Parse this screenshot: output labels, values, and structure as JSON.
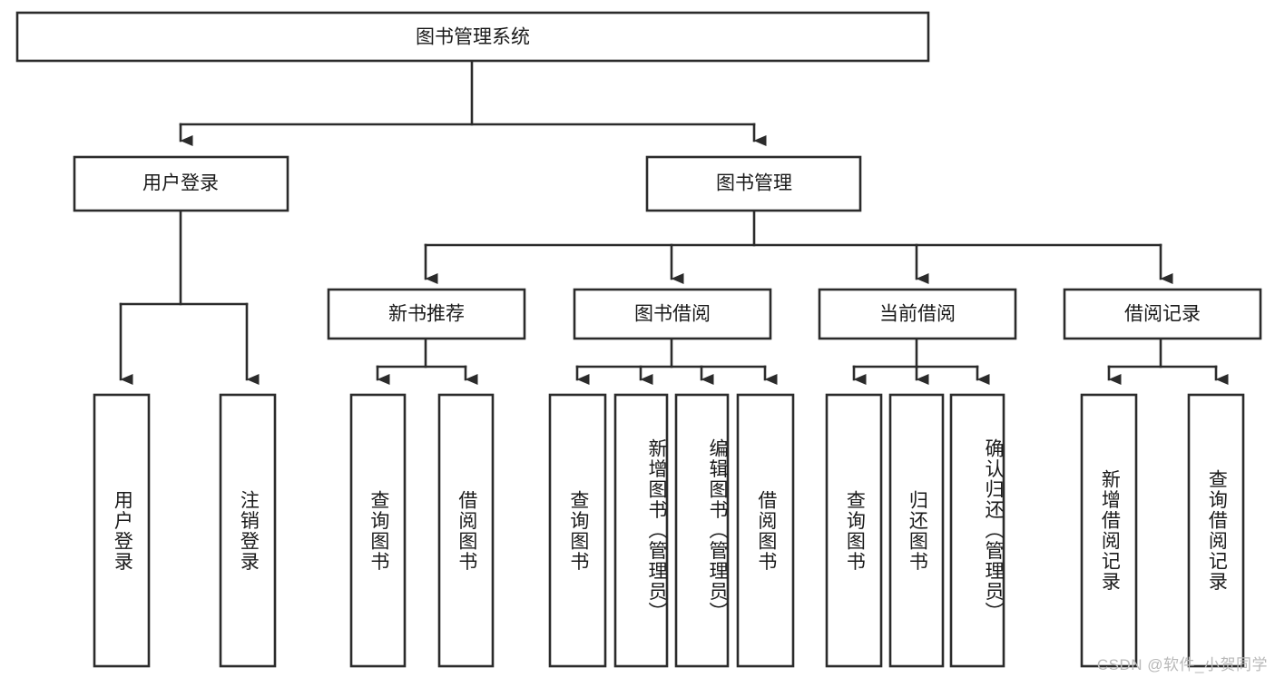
{
  "diagram": {
    "type": "tree-flowchart",
    "title": "图书管理系统",
    "watermark": "CSDN @软件_小贺同学",
    "colors": {
      "stroke": "#2b2b2b",
      "fill": "#ffffff",
      "text": "#1a1a1a",
      "watermark": "#b9b9b9",
      "background": "#ffffff"
    },
    "levels": {
      "root": {
        "label": "图书管理系统"
      },
      "level2": [
        {
          "label": "用户登录"
        },
        {
          "label": "图书管理"
        }
      ],
      "level3": [
        {
          "label": "新书推荐"
        },
        {
          "label": "图书借阅"
        },
        {
          "label": "当前借阅"
        },
        {
          "label": "借阅记录"
        }
      ],
      "leaves": {
        "user_login": [
          {
            "label": "用户登录"
          },
          {
            "label": "注销登录"
          }
        ],
        "new_book": [
          {
            "label": "查询图书"
          },
          {
            "label": "借阅图书"
          }
        ],
        "book_borrow": [
          {
            "label": "查询图书"
          },
          {
            "label": "新增图书（管理员）"
          },
          {
            "label": "编辑图书（管理员）"
          },
          {
            "label": "借阅图书"
          }
        ],
        "current_borrow": [
          {
            "label": "查询图书"
          },
          {
            "label": "归还图书"
          },
          {
            "label": "确认归还（管理员）"
          }
        ],
        "borrow_record": [
          {
            "label": "新增借阅记录"
          },
          {
            "label": "查询借阅记录"
          }
        ]
      }
    }
  }
}
